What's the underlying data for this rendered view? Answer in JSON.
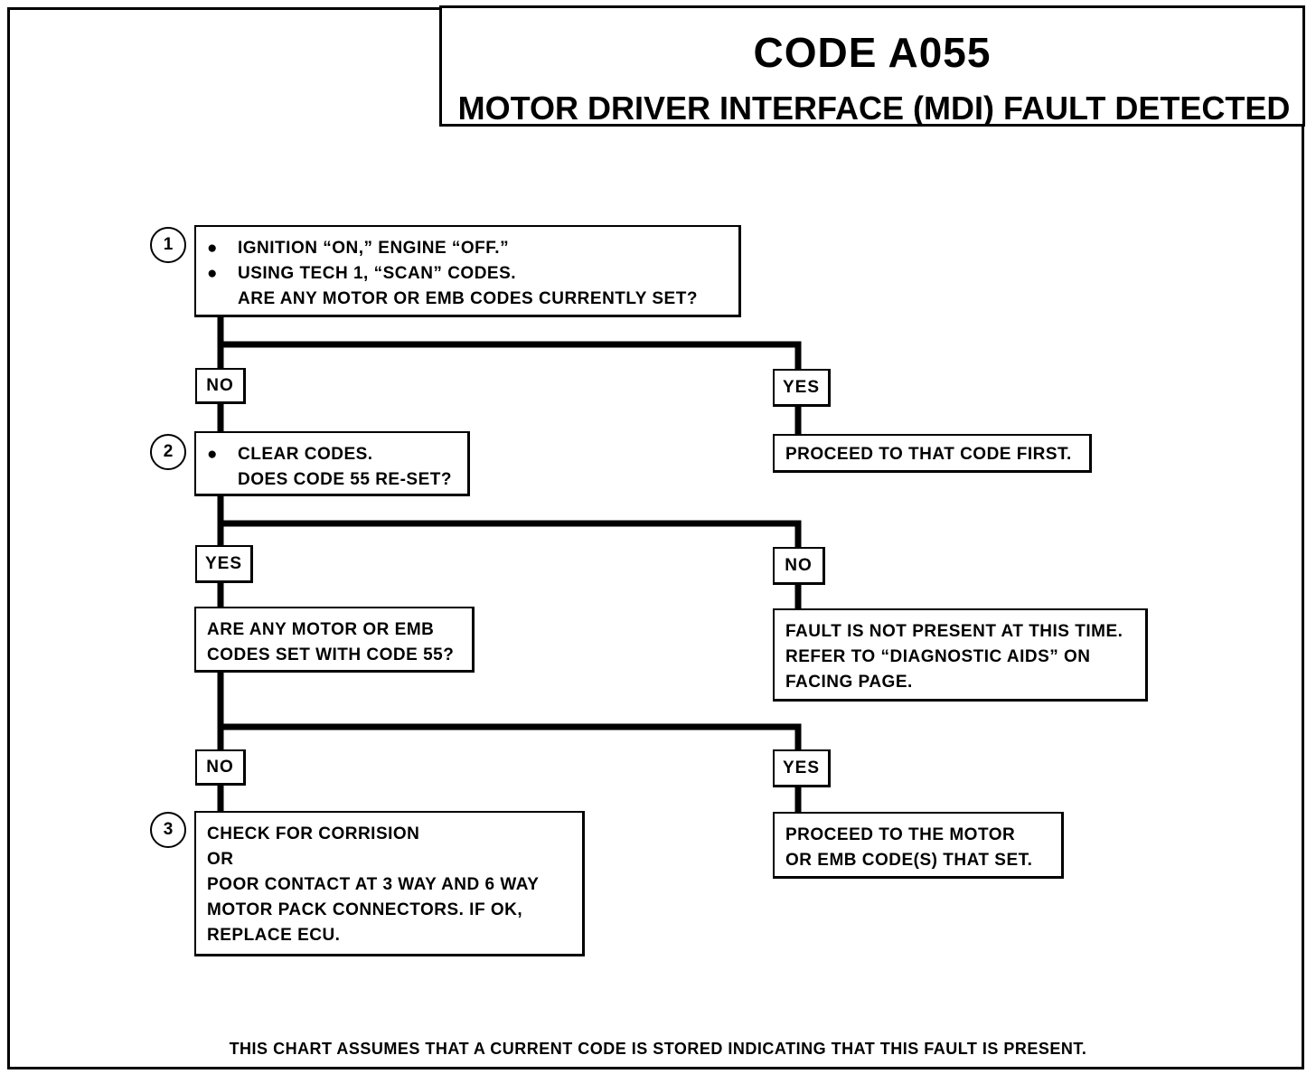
{
  "header": {
    "code": "CODE A055",
    "subtitle": "MOTOR DRIVER INTERFACE (MDI) FAULT DETECTED"
  },
  "steps": {
    "step1": {
      "number": "1",
      "bullets": [
        "IGNITION “ON,” ENGINE “OFF.”",
        "USING TECH 1, “SCAN” CODES."
      ],
      "question": "ARE ANY MOTOR OR EMB CODES CURRENTLY SET?"
    },
    "step2": {
      "number": "2",
      "bullets": [
        "CLEAR CODES."
      ],
      "question": "DOES CODE 55 RE-SET?"
    },
    "step3": {
      "number": "3",
      "lines": [
        "CHECK FOR CORRISION",
        "OR",
        "POOR CONTACT AT 3 WAY AND 6 WAY",
        "MOTOR PACK CONNECTORS.  IF OK,",
        "REPLACE ECU."
      ]
    }
  },
  "branches": {
    "b1_left": "NO",
    "b1_right": "YES",
    "b2_left": "YES",
    "b2_right": "NO",
    "b3_left": "NO",
    "b3_right": "YES"
  },
  "outcomes": {
    "proceed_first": "PROCEED TO THAT CODE FIRST.",
    "question_emb": [
      "ARE ANY MOTOR OR EMB",
      "CODES SET WITH CODE 55?"
    ],
    "not_present": [
      "FAULT IS NOT PRESENT AT THIS TIME.",
      "REFER TO “DIAGNOSTIC AIDS” ON",
      "FACING PAGE."
    ],
    "proceed_motor": [
      "PROCEED TO THE MOTOR",
      "OR EMB CODE(S) THAT SET."
    ]
  },
  "footer": "THIS CHART ASSUMES THAT A CURRENT CODE IS STORED INDICATING THAT THIS FAULT IS PRESENT.",
  "bullet_glyph": "●"
}
